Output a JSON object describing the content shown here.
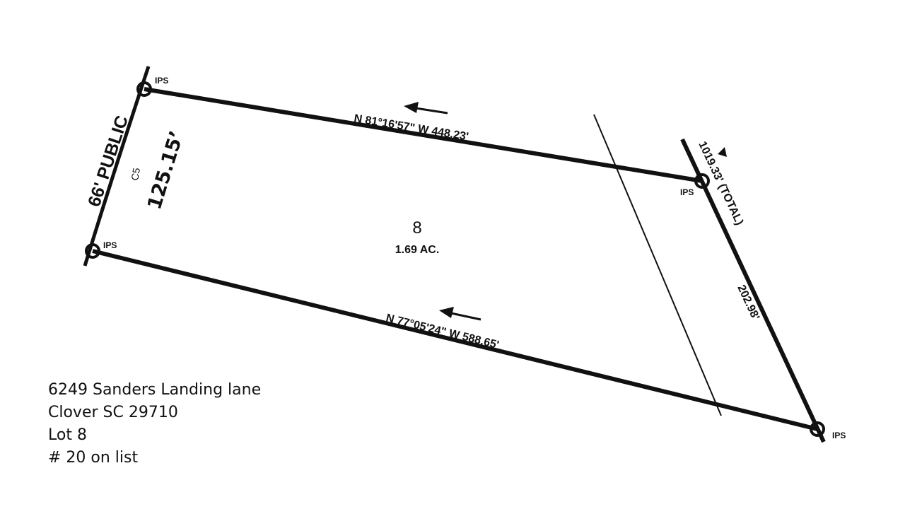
{
  "plat": {
    "lot_number": "8",
    "acreage": "1.69 AC.",
    "road_label": "66' PUBLIC",
    "curve_label": "C5",
    "curve_length": "125.15’",
    "top_bearing": "N 81°16'57\" W  448.23'",
    "bottom_bearing": "N 77°05'24\" W  588.65'",
    "right_total": "1019.33' (TOTAL)",
    "right_segment": "202.98'",
    "pin_label": "IPS"
  },
  "address": {
    "line1": "6249 Sanders Landing lane",
    "line2": "Clover SC 29710",
    "line3": "Lot 8",
    "line4": "# 20 on list"
  },
  "colors": {
    "ink": "#111111",
    "background": "#ffffff"
  }
}
